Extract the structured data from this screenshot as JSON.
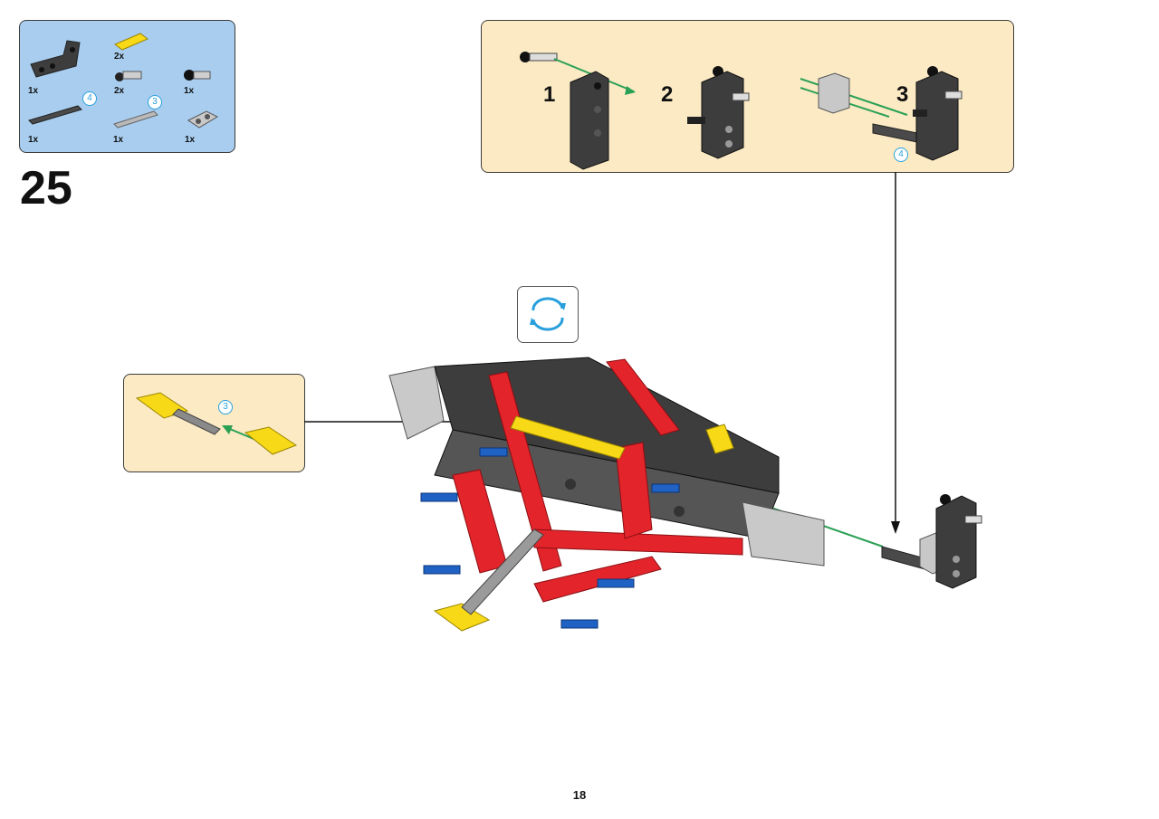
{
  "parts": [
    {
      "name": "bent-beam",
      "qty": "1x"
    },
    {
      "name": "yellow-connector",
      "qty": "2x"
    },
    {
      "name": "pin-with-towball",
      "qty": "2x"
    },
    {
      "name": "black-pin-ball",
      "qty": "1x"
    },
    {
      "name": "axle-dark",
      "qty": "1x",
      "length": "4"
    },
    {
      "name": "axle-grey",
      "qty": "1x",
      "length": "3"
    },
    {
      "name": "grey-connector",
      "qty": "1x"
    }
  ],
  "step": "25",
  "subassembly_top": {
    "steps": [
      "1",
      "2",
      "3"
    ],
    "axle_length": "4"
  },
  "subassembly_left": {
    "axle_length": "3"
  },
  "page_number": "18",
  "colors": {
    "parts_bg": "#a8cdef",
    "sub_bg": "#fbeac4",
    "accent": "#29a0dc",
    "arrow_green": "#2aa055",
    "red": "#e3242b",
    "blue": "#1f62c4",
    "yellow": "#f7d917",
    "dark": "#3d3d3d"
  }
}
